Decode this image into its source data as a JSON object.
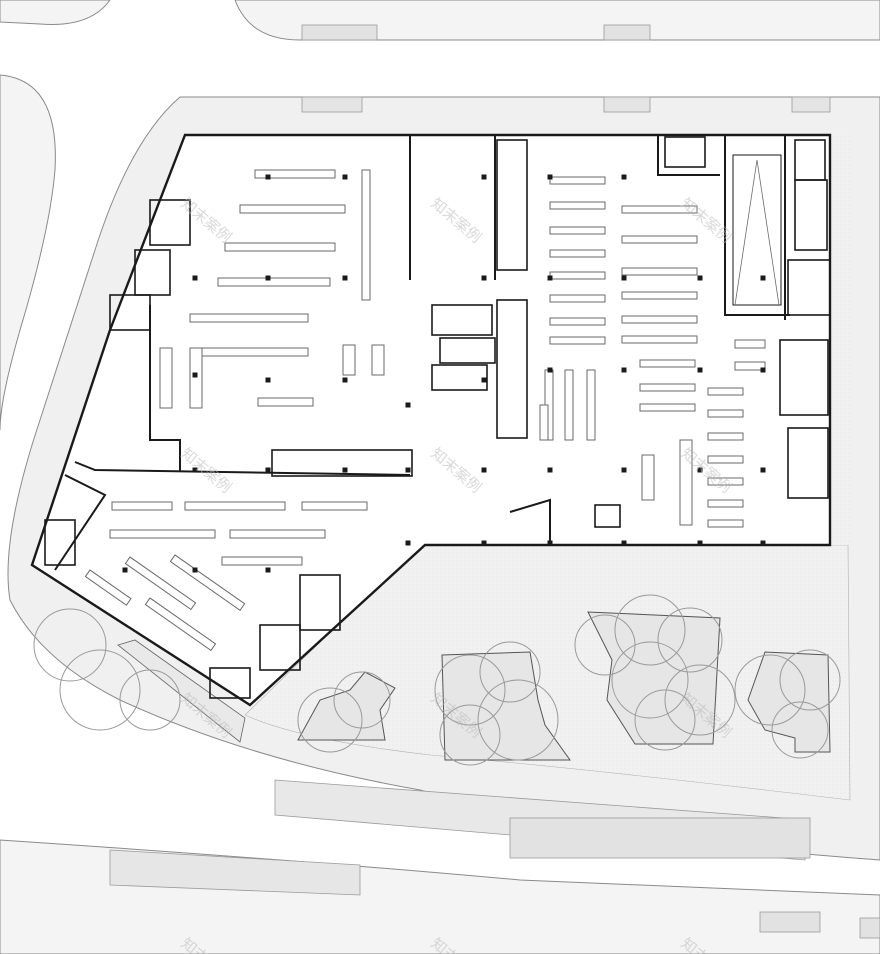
{
  "drawing": {
    "type": "architectural floor plan",
    "colors": {
      "background": "#ffffff",
      "ground": "#efefef",
      "road_edge": "#8a8a8a",
      "wall": "#1a1a1a",
      "fixture": "#6a6a6a",
      "tree_outline": "#9a9a9a"
    }
  },
  "watermark": {
    "text": "知末案例",
    "short_text": "知末"
  }
}
